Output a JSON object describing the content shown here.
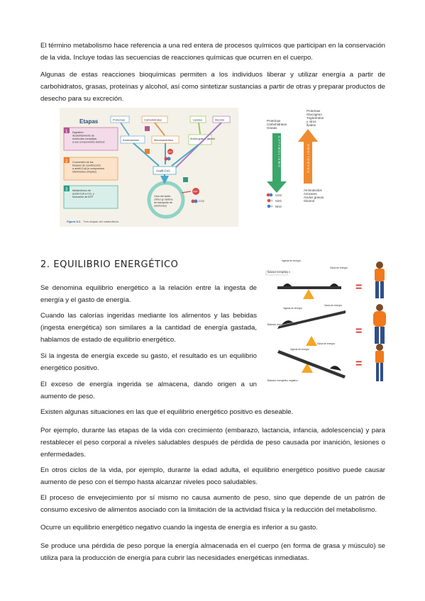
{
  "intro": {
    "p1": "El término metabolismo hace referencia a una red entera de procesos químicos que participan en la conservación de la vida. Incluye todas las secuencias de reacciones químicas que ocurren en el cuerpo.",
    "p2": "Algunas de estas reacciones bioquímicas permiten a los individuos liberar y utilizar energía a partir de carbohidratos, grasas, proteínas y alcohol, así como sintetizar sustancias a partir de otras y preparar productos de desecho para su excreción."
  },
  "figure_catabolism": {
    "title": "Etapas",
    "stage1": "Digestión: desdoblamiento de moléculas complejas a sus componentes básicos",
    "stage2": "Conversión de los bloques de construcción a acetil-CoA (u otros compuestos intermedios simples)",
    "stage3": "Metabolismo de acetil-CoA a CO2 y formación de ATP",
    "n1": "1",
    "n2": "2",
    "n3": "3",
    "proteinas": "Proteínas",
    "carbohidratos": "Carbohidratos",
    "lipidos": "Lípidos",
    "alcohol": "Alcohol",
    "aminoacidos": "Aminoácidos",
    "monosacaridos": "Monosacáridos",
    "acidos_grasos": "Ácidos grasos, glicerol",
    "acetil_coa": "Acetil-CoA",
    "ciclo": "Ciclo del ácido cítrico (y cadena de transporte de electrones)",
    "atp": "ATP",
    "co2": "CO2",
    "caption_label": "Figura 9-2.",
    "caption_text": "Tres etapas del catabolismo."
  },
  "figure_anabolism": {
    "left_list": [
      "Proteínas",
      "Carbohidratos",
      "Grasas"
    ],
    "catabolismo": "CATABOLISMO",
    "anabolismo": "ANABOLISMO",
    "right_top_list": [
      "Proteínas",
      "Glucógeno",
      "Triglicéridos",
      "y otros",
      "lípidos"
    ],
    "products": [
      "CO2",
      "H2O",
      "NH3"
    ],
    "right_bottom_list": [
      "Aminoácidos",
      "Azúcares",
      "Ácidos grasos",
      "Glicerol"
    ],
    "colors": {
      "catabolism": "#3aa66a",
      "anabolism": "#f08a30"
    }
  },
  "section2": {
    "heading": "2. EQUILIBRIO ENERGÉTICO",
    "p1": "Se denomina equilibrio energético a la relación entre la ingesta de energía y el gasto de energía.",
    "p2": "Cuando las calorías ingeridas mediante los alimentos y las bebidas (ingesta energética) son similares a la cantidad de energía gastada, hablamos de estado de equilibrio energético.",
    "p3": "Si la ingesta de energía excede su gasto, el resultado es un equilibrio energético positivo.",
    "p4": "El exceso de energía ingerida se almacena, dando origen a un aumento de peso.",
    "p5": "Existen algunas situaciones en las que el equilibrio energético positivo es deseable.",
    "p6": "Por ejemplo, durante las etapas de la vida con crecimiento (embarazo, lactancia, infancia, adolescencia) y para restablecer el peso corporal a niveles saludables después de pérdida de peso causada por inanición, lesiones o enfermedades.",
    "p7": "En otros ciclos de la vida, por ejemplo, durante la edad adulta, el equilibrio energético positivo puede causar aumento de peso con el tiempo hasta alcanzar niveles poco saludables.",
    "p8": "El proceso de envejecimiento por sí mismo no causa aumento de peso, sino que depende de un patrón de consumo excesivo de alimentos asociado con la limitación de la actividad física y la reducción del metabolismo.",
    "p9": "Ocurre un equilibrio energético negativo cuando la ingesta de energía es inferior a su gasto.",
    "p10": "Se produce una pérdida de peso porque la energía almacenada en el cuerpo (en forma de grasa y músculo) se utiliza para la producción de energía para cubrir las necesidades energéticas inmediatas."
  },
  "figure_balance": {
    "row1_label": "Balance energético 0",
    "row2_label": "Balance energético positivo",
    "row3_label": "Balance energético negativo",
    "ingesta": "Ingesta de energía",
    "gasto": "Gasto de energía",
    "eq": "="
  }
}
